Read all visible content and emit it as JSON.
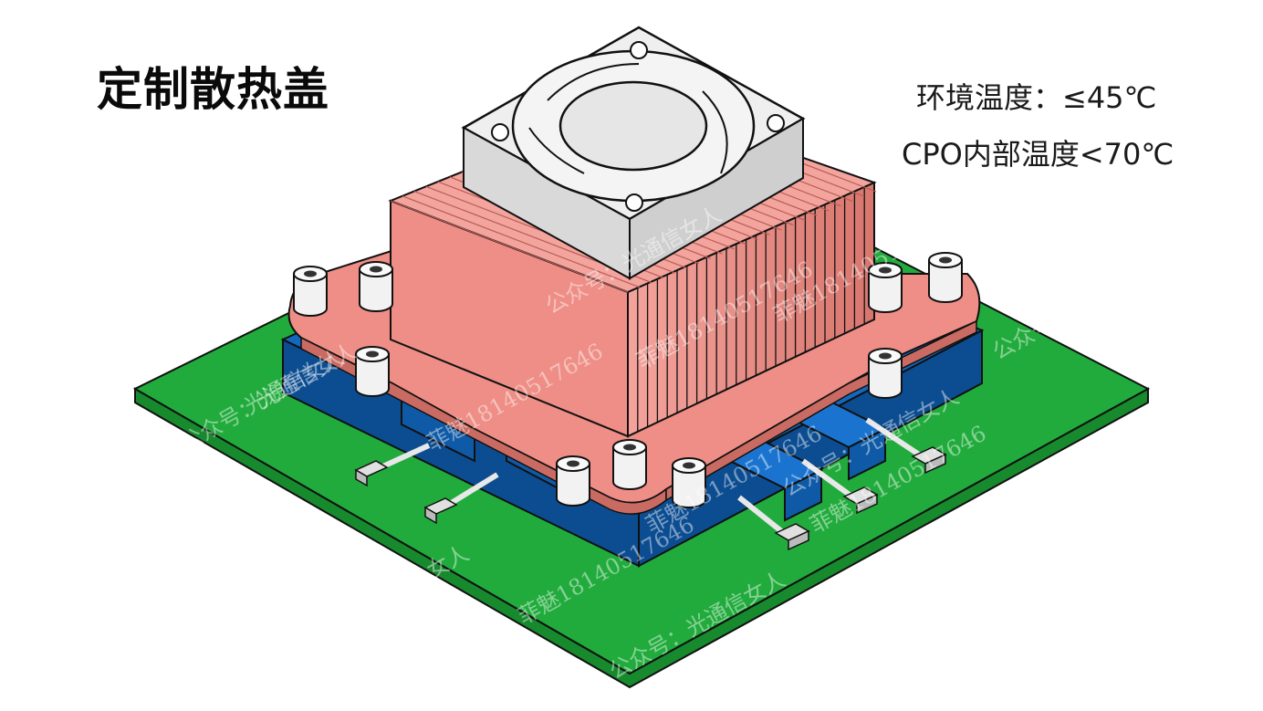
{
  "title": "定制散热盖",
  "specs": {
    "ambient": "环境温度：≤45℃",
    "cpo_internal": "CPO内部温度<70℃"
  },
  "watermarks": [
    "公众号：光通信女人",
    "菲魅18140517646",
    "光通信女人",
    "菲魅18140517646",
    "公众号：光通信女人",
    "菲魅18140517646",
    "菲魅18140517646",
    "公众号：",
    "公众号：光通信女人",
    "菲魅18140517646",
    "菲魅18140517646",
    "女人",
    "公众号：光通信女人"
  ],
  "colors": {
    "pcb": "#21ab3c",
    "pcb_edge": "#178a2d",
    "base": "#1268bf",
    "base_dark": "#0c4d91",
    "heatsink": "#ee8e86",
    "heatsink_dark": "#c96b63",
    "fan": "#e6e6e6",
    "orange_strip": "#f1a21c",
    "blue_strip": "#34a7e8",
    "outline": "#111111"
  },
  "icons": [
    "fan-icon",
    "heatsink-icon",
    "screw-icon",
    "fiber-connector-icon"
  ]
}
